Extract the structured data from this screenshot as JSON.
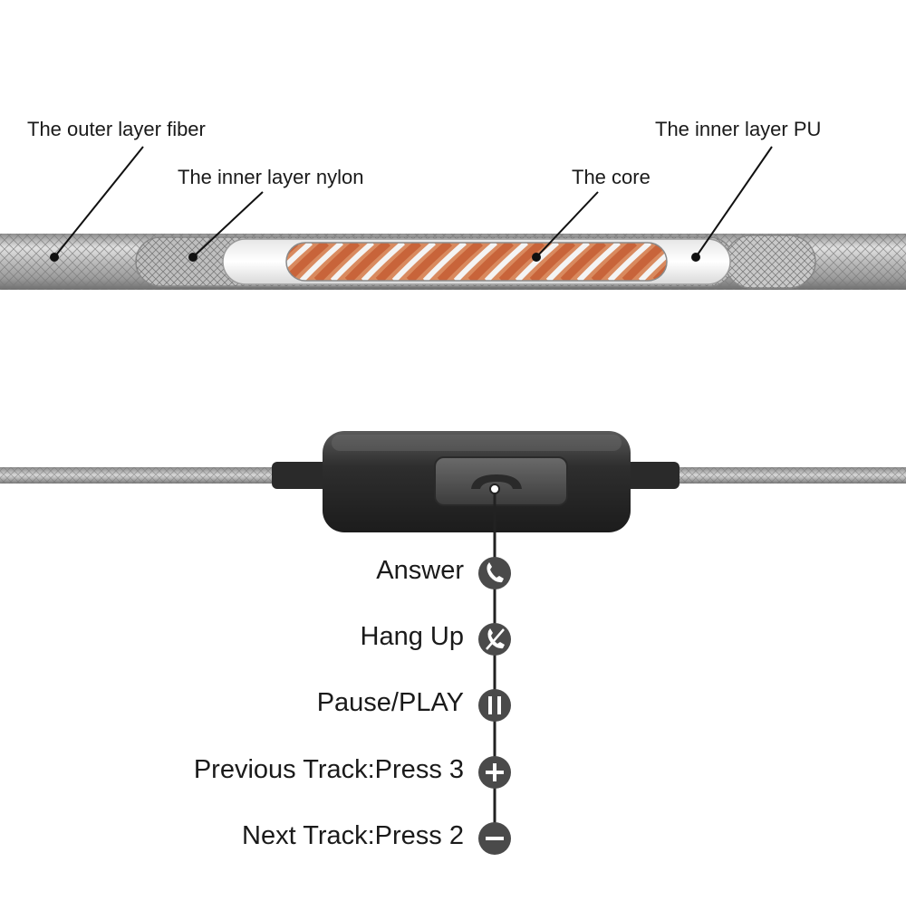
{
  "cable_layers": {
    "outer_fiber": "The outer layer fiber",
    "inner_nylon": "The inner layer nylon",
    "core": "The core",
    "inner_pu": "The inner layer PU"
  },
  "controls": [
    {
      "label": "Answer",
      "icon": "phone-icon"
    },
    {
      "label": "Hang Up",
      "icon": "hang-up-icon"
    },
    {
      "label": "Pause/PLAY",
      "icon": "pause-icon"
    },
    {
      "label": "Previous Track:Press 3",
      "icon": "plus-icon"
    },
    {
      "label": "Next Track:Press 2",
      "icon": "minus-icon"
    }
  ],
  "colors": {
    "core_copper": "#c8643a",
    "icon_fill": "#4a4a4a",
    "remote_body": "#333333"
  }
}
